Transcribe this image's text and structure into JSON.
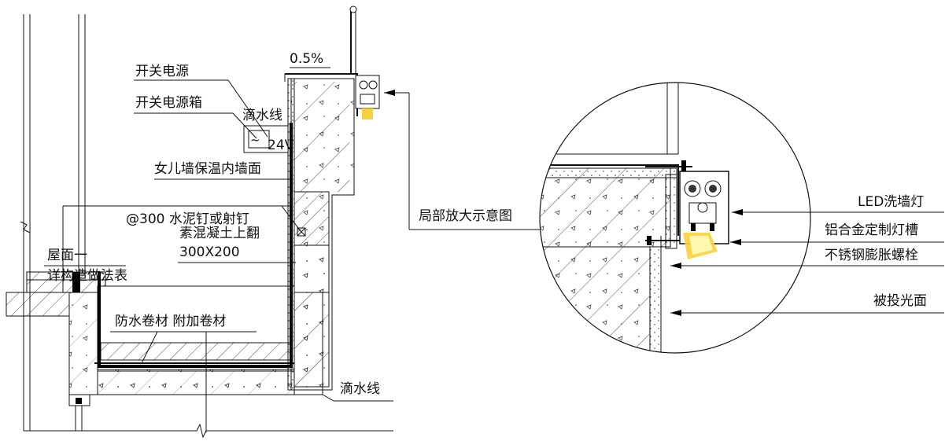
{
  "colors": {
    "line": "#111111",
    "light": "#f7d23e",
    "light_core": "#fff6b0",
    "membrane": "#000000",
    "hatch": "#222222"
  },
  "labels": {
    "switch_power": "开关电源",
    "switch_power_box": "开关电源箱",
    "drip_line_top": "滴水线",
    "voltage": "24V",
    "slope": "0.5%",
    "parapet_insulation": "女儿墙保温内墙面",
    "nail": "@300 水泥钉或射钉",
    "concrete_line1": "素混凝土上翻",
    "concrete_line2": "300X200",
    "roof_line1": "屋面一",
    "roof_line2": "详构造做法表",
    "membrane": "防水卷材 附加卷材",
    "drip_line_bottom": "滴水线",
    "detail_enlarged": "局部放大示意图",
    "led_wall_washer": "LED洗墙灯",
    "aluminum_slot": "铝合金定制灯槽",
    "stainless_bolt": "不锈钢膨胀螺栓",
    "lit_surface": "被投光面"
  },
  "icons": {
    "lamp": "wall-washer-lamp-icon",
    "power_box": "power-box-icon",
    "arrow": "arrow-left-icon",
    "break": "break-line-icon"
  }
}
